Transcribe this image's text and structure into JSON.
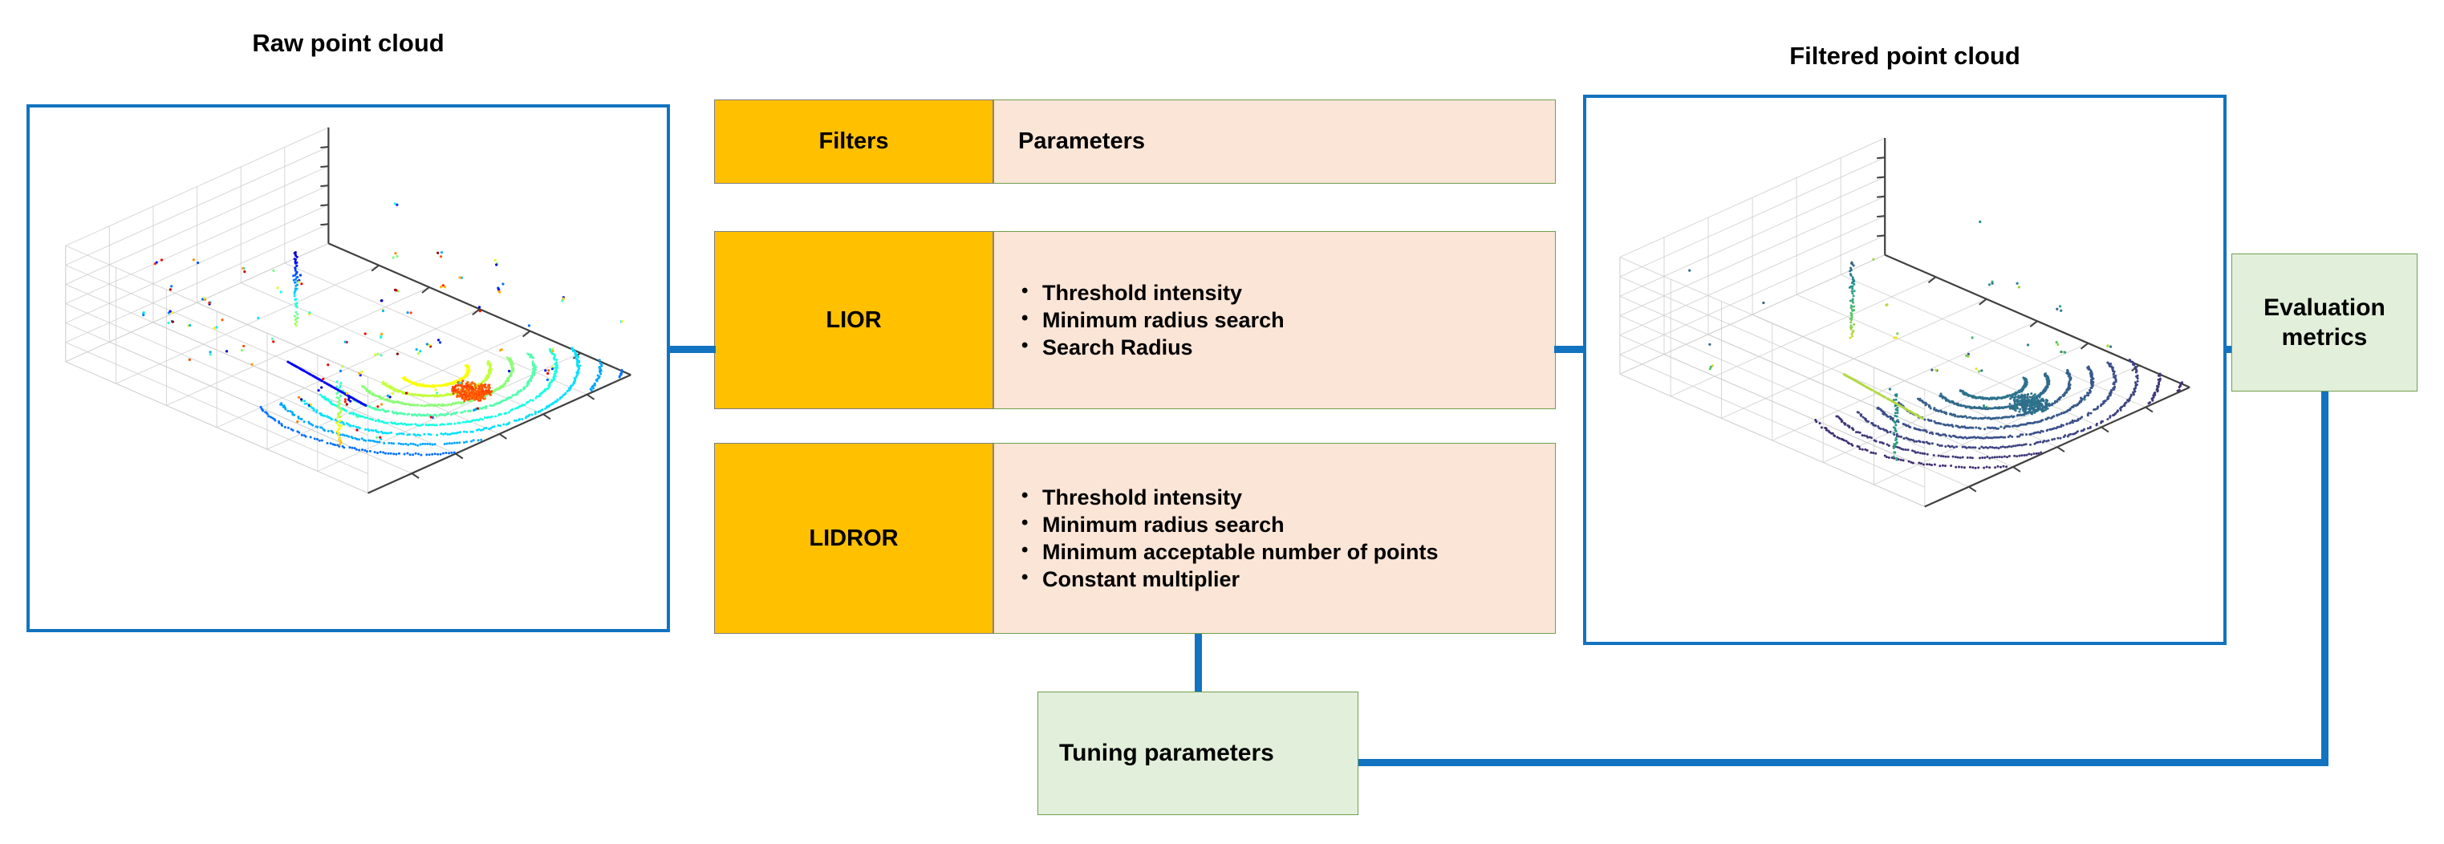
{
  "panels": {
    "raw": {
      "title": "Raw point cloud",
      "name": "raw-point-cloud-panel",
      "colormap": "jet",
      "noise_level": "high"
    },
    "filtered": {
      "title": "Filtered point cloud",
      "name": "filtered-point-cloud-panel",
      "colormap": "viridis",
      "noise_level": "low"
    }
  },
  "table": {
    "header": {
      "filters_label": "Filters",
      "parameters_label": "Parameters"
    },
    "rows": [
      {
        "filter": "LIOR",
        "parameters": [
          "Threshold intensity",
          "Minimum radius search",
          "Search Radius"
        ]
      },
      {
        "filter": "LIDROR",
        "parameters": [
          "Threshold intensity",
          "Minimum radius search",
          "Minimum acceptable number of points",
          "Constant multiplier"
        ]
      }
    ]
  },
  "boxes": {
    "evaluation": "Evaluation metrics",
    "evaluation_line1": "Evaluation",
    "evaluation_line2": "metrics",
    "tuning": "Tuning parameters"
  },
  "colors": {
    "panel_border": "#1273C0",
    "connector": "#1273C0",
    "filter_fill": "#FFC000",
    "filter_border": "#7F7F7F",
    "parameter_fill": "#FBE5D6",
    "parameter_border": "#70A050",
    "green_fill": "#E2EFDA",
    "green_border": "#70A050",
    "text": "#000000",
    "grid": "#D0D0D0",
    "axis": "#404040"
  },
  "chart_data": {
    "type": "scatter",
    "description": "3D LiDAR point cloud scatter plots, before and after snow/noise filtering",
    "raw": {
      "title": "Raw point cloud",
      "colormap": "jet",
      "rings": 8,
      "noise_points": 120,
      "intensity_range": [
        0,
        1
      ],
      "grid": true,
      "axes": [
        "x",
        "y",
        "z"
      ]
    },
    "filtered": {
      "title": "Filtered point cloud",
      "colormap": "viridis",
      "rings": 8,
      "noise_points": 34,
      "intensity_range": [
        0,
        1
      ],
      "grid": true,
      "axes": [
        "x",
        "y",
        "z"
      ]
    }
  }
}
